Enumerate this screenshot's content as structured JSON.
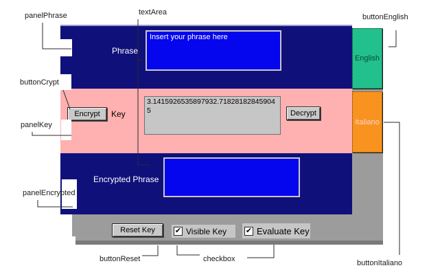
{
  "callouts": {
    "panel_phrase": "panelPhrase",
    "text_area": "textArea",
    "button_english": "buttonEnglish",
    "button_crypt": "buttonCrypt",
    "panel_key": "panelKey",
    "panel_encrypted": "panelEncrypted",
    "button_reset": "buttonReset",
    "checkbox": "checkbox",
    "button_italiano": "buttonItaliano"
  },
  "app": {
    "phrase": {
      "label": "Phrase",
      "textarea_text": "Insert your phrase here"
    },
    "key": {
      "label": "Key",
      "value": "3.1415926535897932.718281828459045",
      "encrypt_button": "Encrypt",
      "decrypt_button": "Decrypt"
    },
    "encrypted": {
      "label": "Encrypted Phrase",
      "textarea_text": ""
    },
    "bottom_bar": {
      "reset_button": "Reset Key",
      "visible_key": {
        "label": "Visible Key",
        "checked": true
      },
      "evaluate_key": {
        "label": "Evaluate Key",
        "checked": true
      }
    },
    "language": {
      "english_button": "English",
      "italian_button": "Italiano"
    }
  },
  "icons": {
    "check": "✔"
  },
  "colors": {
    "panel_navy": "#10107B",
    "panel_pink": "#FFB0B0",
    "window_gray": "#9C9C9C",
    "textarea_blue": "#0505EE",
    "textarea_gray": "#C6C6C6",
    "english_green": "#22C08C",
    "italiano_orange": "#F8931F",
    "panel_top_highlight": "#9A9ACA"
  }
}
